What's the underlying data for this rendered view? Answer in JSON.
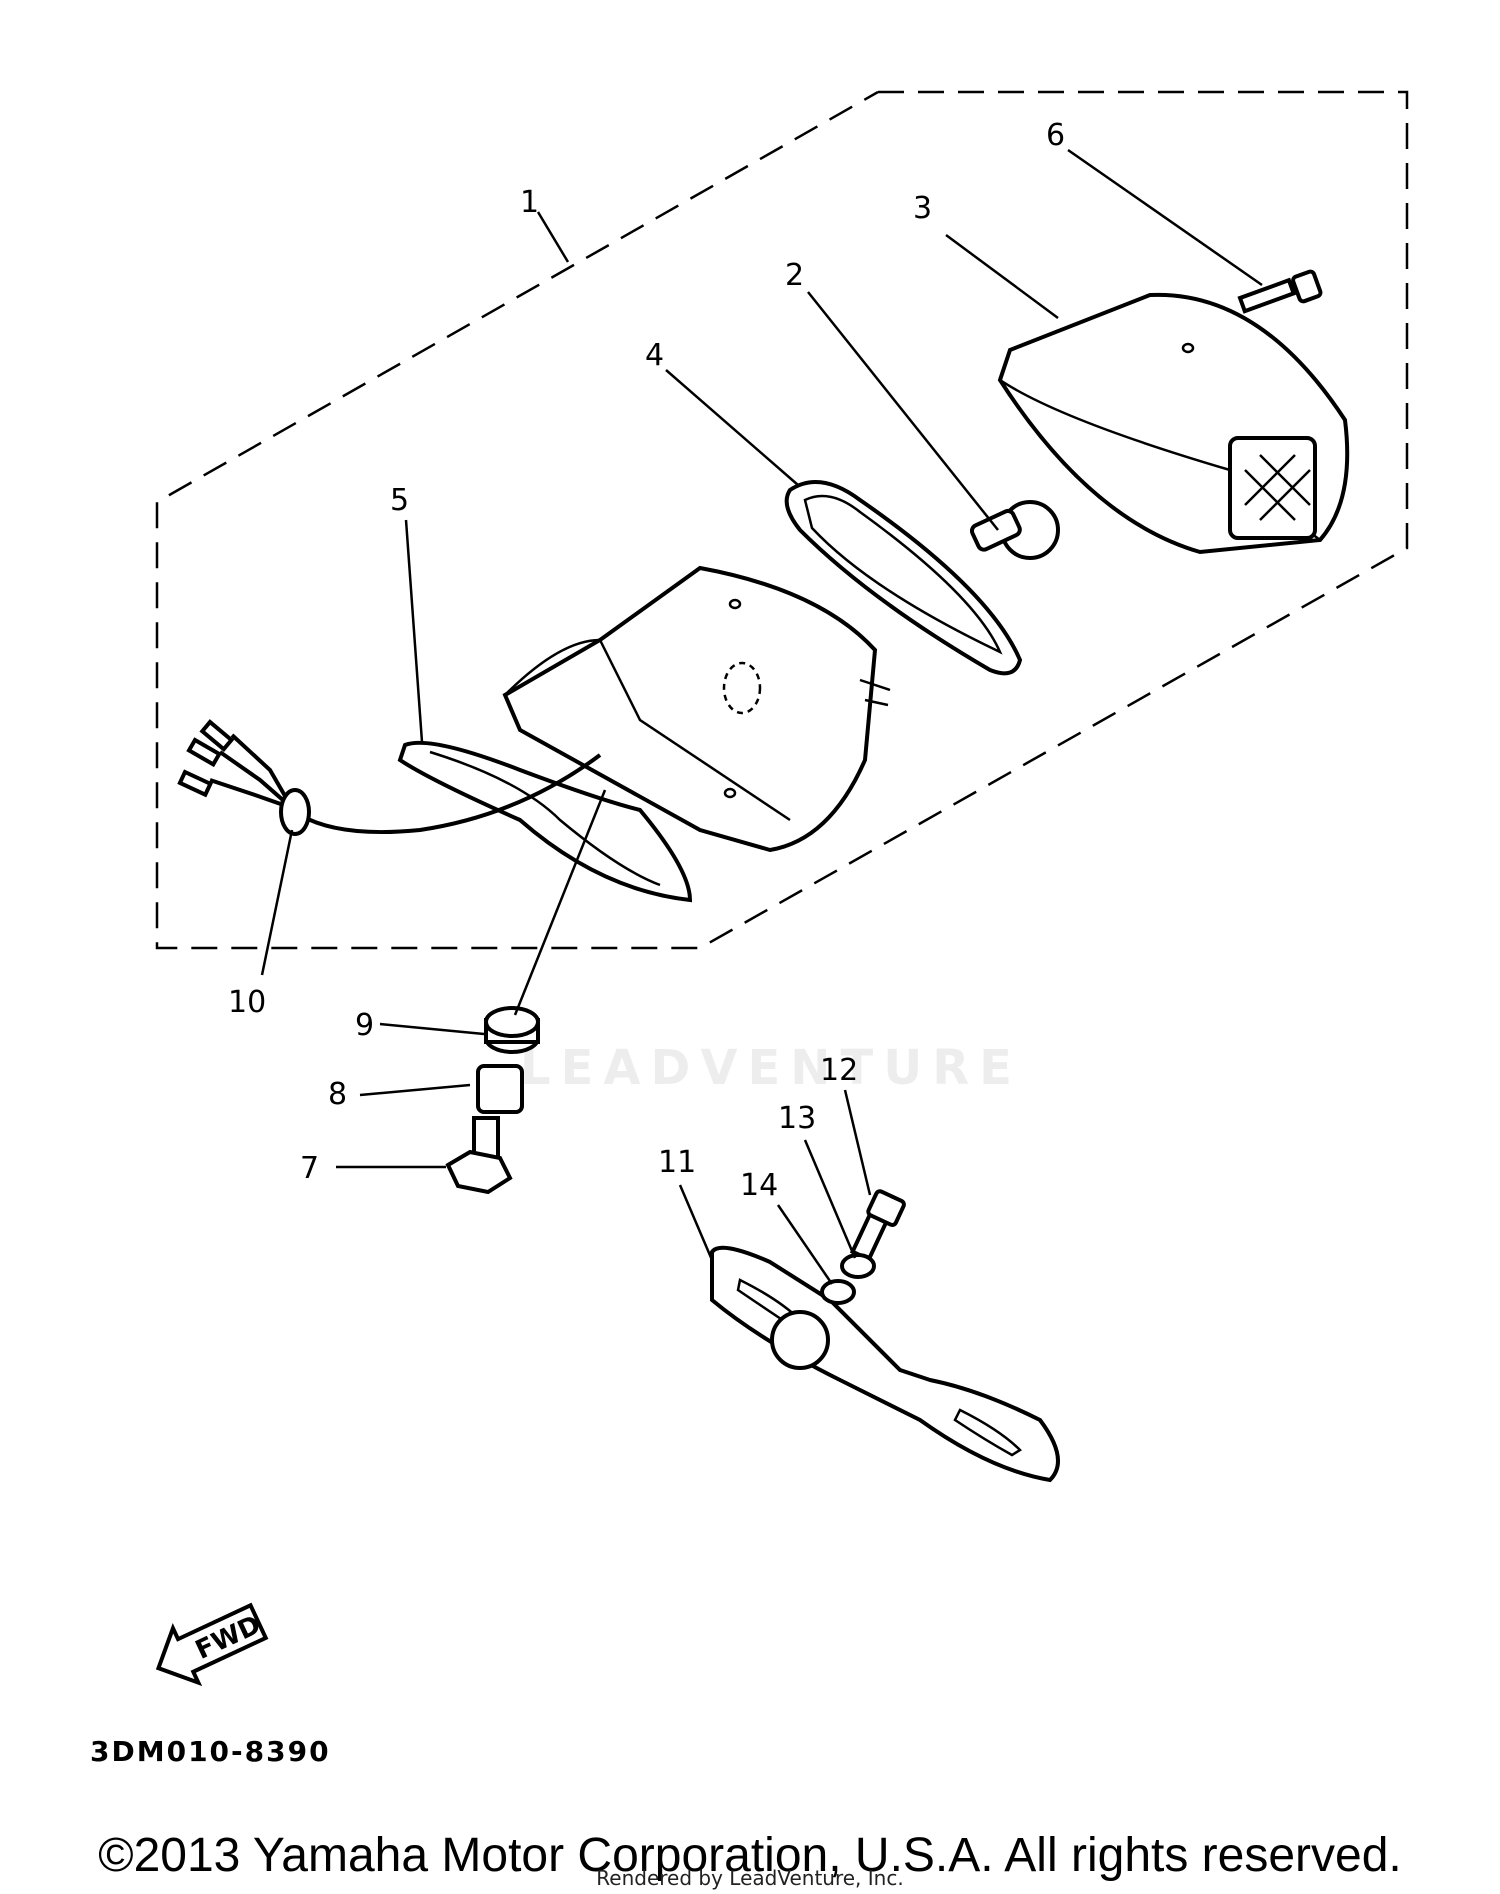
{
  "callouts": [
    {
      "id": "1",
      "label": "1"
    },
    {
      "id": "2",
      "label": "2"
    },
    {
      "id": "3",
      "label": "3"
    },
    {
      "id": "4",
      "label": "4"
    },
    {
      "id": "5",
      "label": "5"
    },
    {
      "id": "6",
      "label": "6"
    },
    {
      "id": "7",
      "label": "7"
    },
    {
      "id": "8",
      "label": "8"
    },
    {
      "id": "9",
      "label": "9"
    },
    {
      "id": "10",
      "label": "10"
    },
    {
      "id": "11",
      "label": "11"
    },
    {
      "id": "12",
      "label": "12"
    },
    {
      "id": "13",
      "label": "13"
    },
    {
      "id": "14",
      "label": "14"
    }
  ],
  "fwd_label": "FWD",
  "diagram_code": "3DM010-8390",
  "watermark": "LEADVENTURE",
  "copyright": "©2013 Yamaha Motor Corporation, U.S.A. All rights reserved.",
  "rendered_by": "Rendered by LeadVenture, Inc."
}
